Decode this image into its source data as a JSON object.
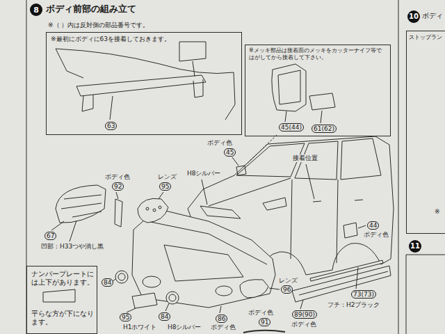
{
  "diagram": {
    "title": "ボディ前部の組み立て",
    "nodes": [
      {
        "text": [
          "8"
        ]
      },
      {
        "text": [
          "※最初にボディに63を接着しておきます。",
          "63"
        ]
      },
      {
        "text": [
          "※メッキ部品は接着面のメッキをカッターナイフ等で はがしてから接着して下さい。",
          "45(44)",
          "61(62)"
        ]
      },
      {
        "text": [
          "ナンバープレートには上下があります。",
          "平らな方が下になります。"
        ]
      },
      {
        "text": [
          "10"
        ]
      },
      {
        "text": [
          "ストップラン",
          "※"
        ]
      },
      {
        "text": [
          "11"
        ]
      }
    ],
    "labels": [
      "※（ ）内は反対側の部品番号です。",
      "ボディ色",
      "45",
      "接着位置",
      "ボディ色",
      "92",
      "レンズ",
      "95",
      "H8シルバー",
      "67",
      "凹部：H33つや消し黒",
      "84",
      "95",
      "H1ホワイト",
      "84",
      "H8シルバー",
      "86",
      "ボディ色",
      "レンズ",
      "96",
      "ボディ色",
      "91",
      "89(90)",
      "ボディ色",
      "73(73)",
      "フチ：H2ブラック",
      "44",
      "ボディ色",
      "ボディ"
    ]
  }
}
